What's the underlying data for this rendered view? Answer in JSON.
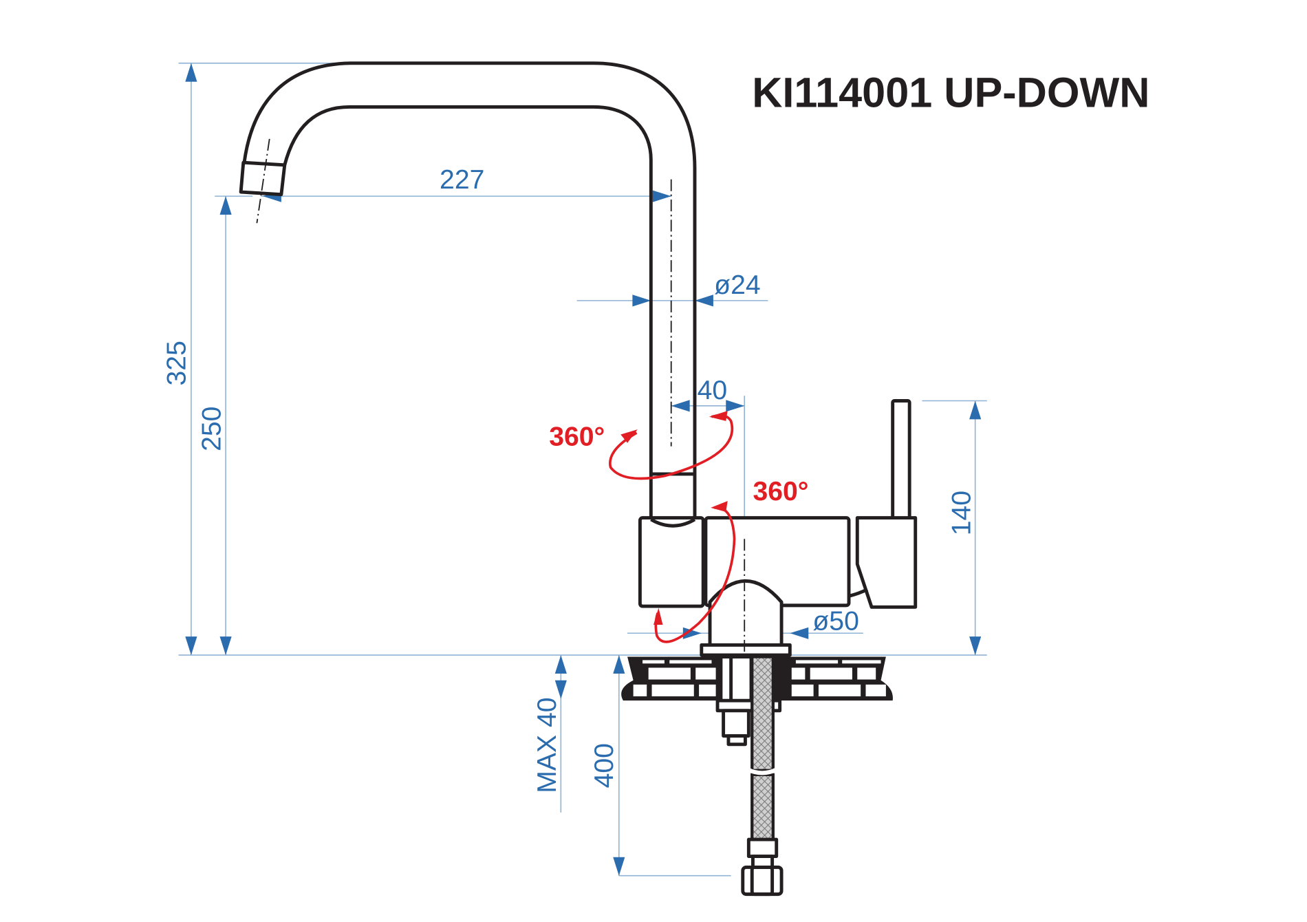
{
  "title": "KI114001 UP-DOWN",
  "dimensions": {
    "spout_reach": "227",
    "spout_diameter": "ø24",
    "spout_offset": "40",
    "total_height": "325",
    "outlet_height": "250",
    "lever_height": "140",
    "base_diameter": "ø50",
    "max_countertop": "MAX 40",
    "hose_length": "400"
  },
  "rotation": {
    "spout": "360°",
    "body": "360°"
  },
  "colors": {
    "dimension": "#2a6cae",
    "rotation": "#e01e24",
    "outline": "#231f20"
  }
}
